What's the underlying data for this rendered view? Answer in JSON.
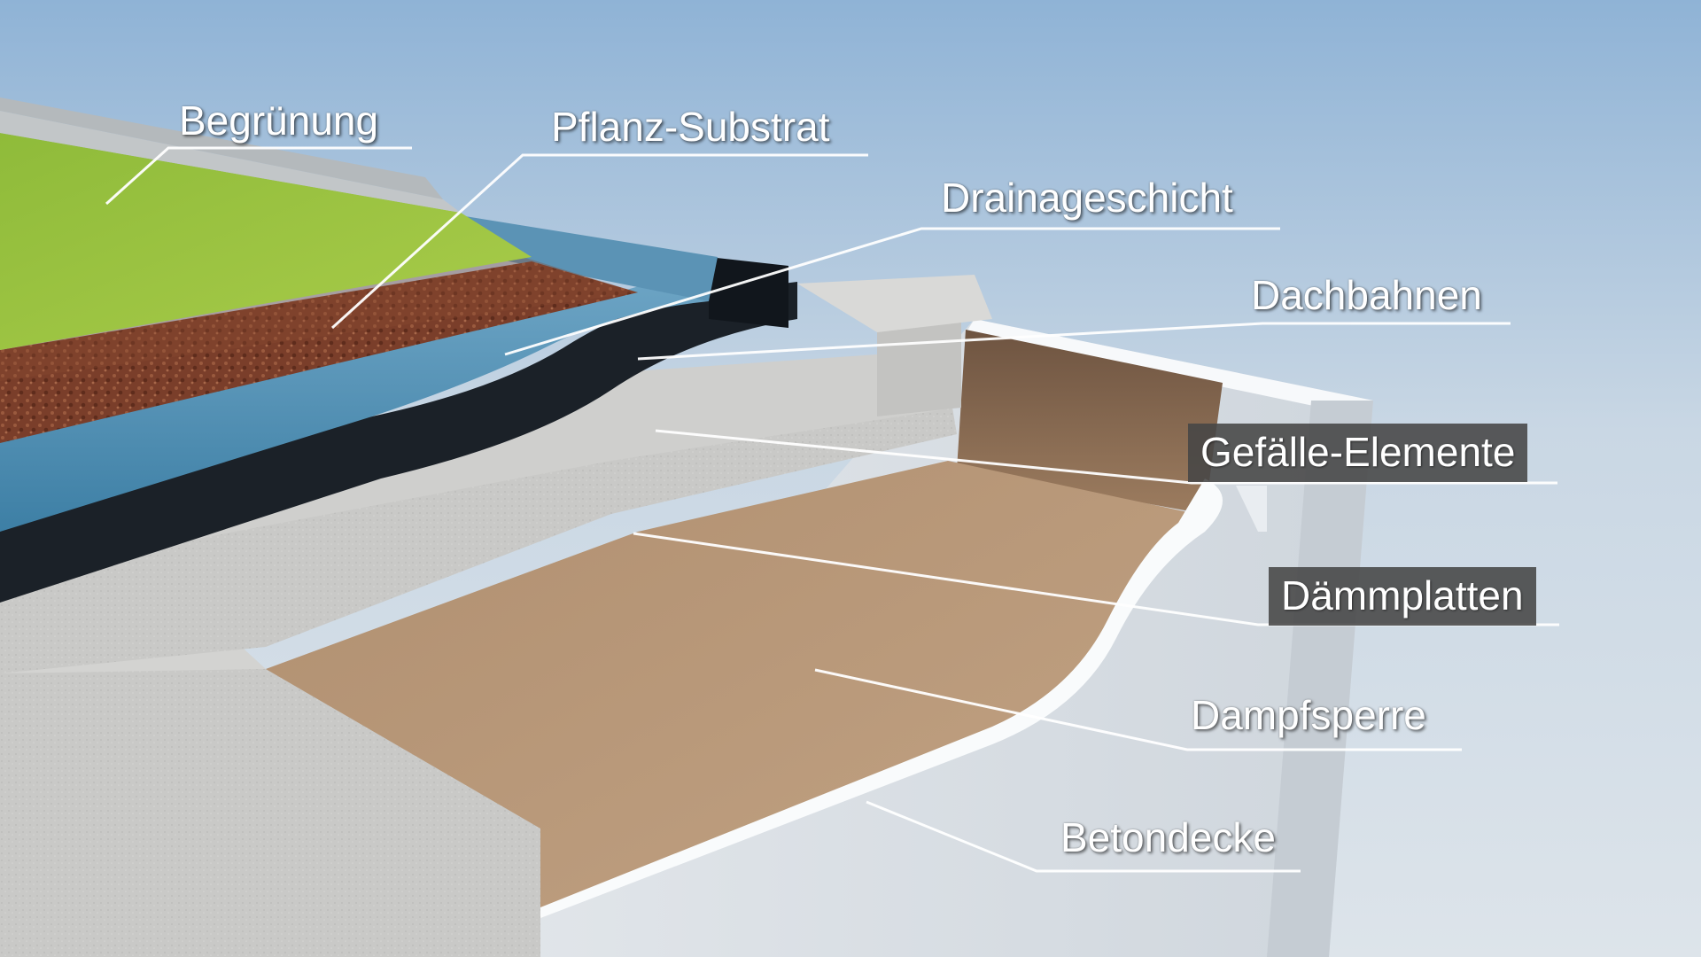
{
  "diagram": {
    "labels": {
      "begruenung": "Begrünung",
      "pflanz_substrat": "Pflanz-Substrat",
      "drainageschicht": "Drainageschicht",
      "dachbahnen": "Dachbahnen",
      "gefaelle_elemente": "Gefälle-Elemente",
      "daemmplatten": "Dämmplatten",
      "dampfsperre": "Dampfsperre",
      "betondecke": "Betondecke"
    },
    "colors": {
      "sky_top": "#8fb3d6",
      "sky_bottom": "#dbe3ea",
      "grass": "#9cc23e",
      "substrate": "#7a3e2a",
      "drainage": "#5f9cc0",
      "membrane": "#1b2128",
      "insulation": "#c6c6c4",
      "vapor_barrier": "#b8997a",
      "concrete": "#eef1f4",
      "label_box": "#474747"
    }
  }
}
